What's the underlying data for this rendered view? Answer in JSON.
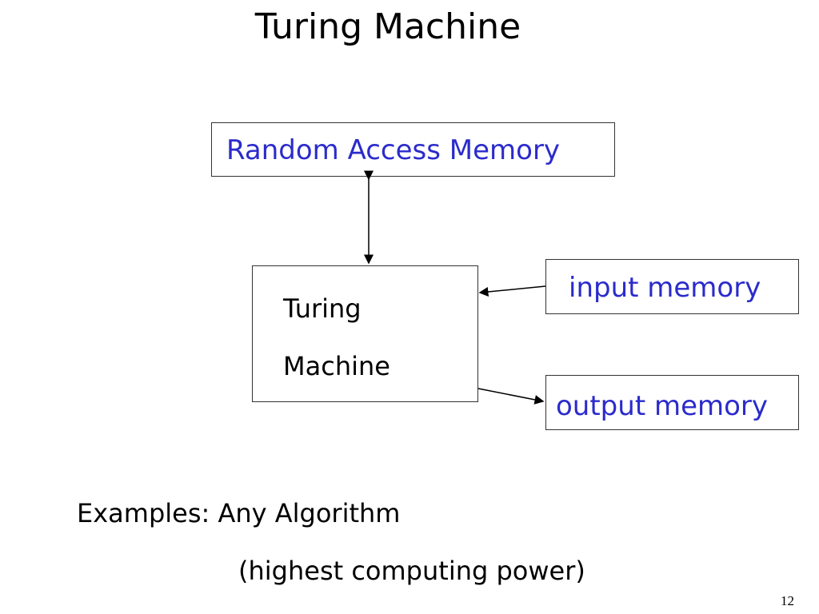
{
  "title": "Turing Machine",
  "diagram": {
    "ram_label": "Random Access Memory",
    "machine_line1": "Turing",
    "machine_line2": "Machine",
    "input_label": "input memory",
    "output_label": "output memory",
    "edges": [
      {
        "from": "Random Access Memory",
        "to": "Turing Machine",
        "type": "bidirectional"
      },
      {
        "from": "input memory",
        "to": "Turing Machine",
        "type": "directed"
      },
      {
        "from": "Turing Machine",
        "to": "output memory",
        "type": "directed"
      }
    ],
    "label_color": "#2b2bcc"
  },
  "examples": {
    "line1": "Examples: Any Algorithm",
    "line2": "(highest computing power)"
  },
  "page_number": "12"
}
